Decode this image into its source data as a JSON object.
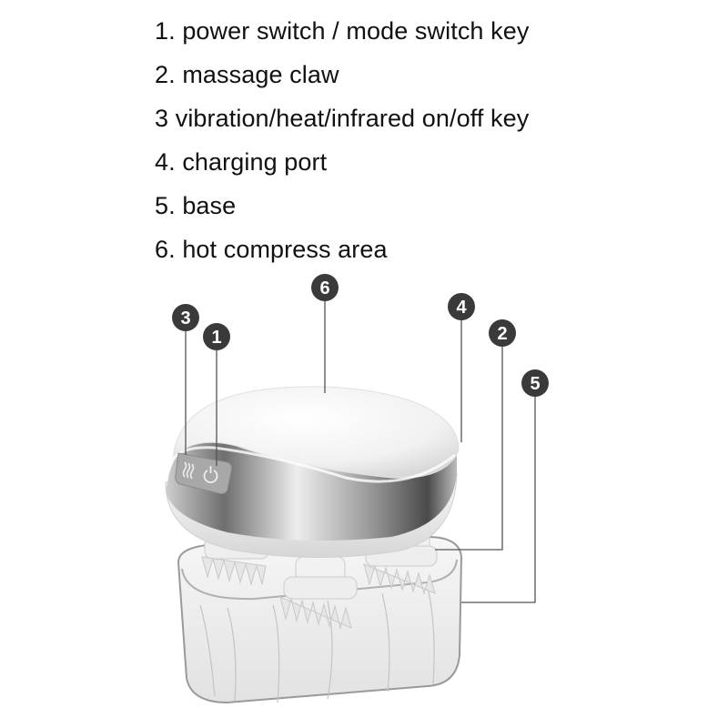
{
  "legend": {
    "items": [
      {
        "label": "1. power switch / mode switch key"
      },
      {
        "label": "2. massage claw"
      },
      {
        "label": "3 vibration/heat/infrared on/off key"
      },
      {
        "label": "4. charging port"
      },
      {
        "label": "5. base"
      },
      {
        "label": "6. hot compress area"
      }
    ]
  },
  "markers": [
    {
      "number": "3",
      "part": "vibration/heat/infrared on/off key"
    },
    {
      "number": "1",
      "part": "power switch / mode switch key"
    },
    {
      "number": "6",
      "part": "hot compress area"
    },
    {
      "number": "4",
      "part": "charging port"
    },
    {
      "number": "2",
      "part": "massage claw"
    },
    {
      "number": "5",
      "part": "base"
    }
  ],
  "colors": {
    "marker_fill": "#3a3a3a",
    "leader_line": "#555555",
    "body_white": "#f4f4f4",
    "chrome_band": "#8a8a8a"
  }
}
